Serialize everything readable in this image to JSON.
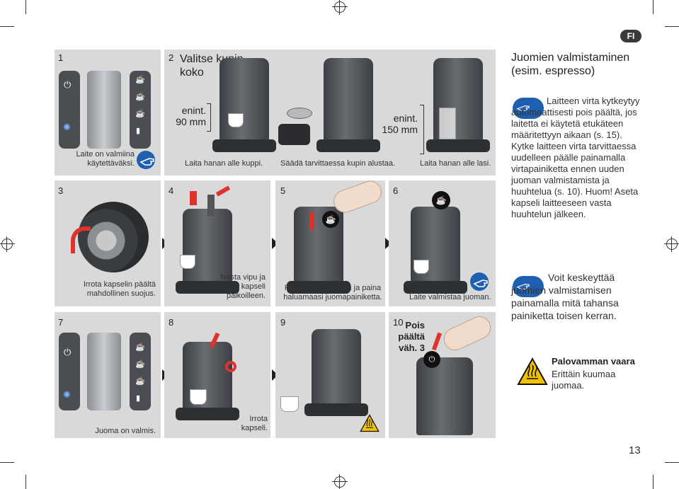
{
  "lang_badge": "FI",
  "page_number": "13",
  "heading": {
    "line1": "Juomien valmistaminen",
    "line2": "(esim. espresso)"
  },
  "info1": "Laitteen virta kytkeytyy automaattisesti pois päältä, jos laitetta ei käytetä etukäteen määritettyyn aikaan (s. 15). Kytke laitteen virta tarvittaessa uudelleen päälle painamalla virtapainiketta ennen uuden juoman valmistamista ja huuhtelua (s. 10). Huom! Aseta kapseli laitteeseen vasta huuhtelun jälkeen.",
  "info2": "Voit keskeyttää juomien valmistamisen painamalla mitä tahansa painiketta toisen kerran.",
  "warning": {
    "title": "Palovamman vaara",
    "text": "Erittäin kuumaa juomaa."
  },
  "steps": {
    "s1": {
      "num": "1",
      "caption": "Laite on valmiina käytettäväksi."
    },
    "s2": {
      "num": "2",
      "title": "Valitse kupin koko",
      "size_label": "enint. 90 mm",
      "caption": "Laita hanan alle kuppi."
    },
    "s2b": {
      "caption": "Säädä tarvittaessa kupin alustaa.",
      "size_label": "enint. 150 mm"
    },
    "s2c": {
      "caption": "Laita hanan alle lasi."
    },
    "s3": {
      "num": "3",
      "caption": "Irrota kapselin päältä mahdollinen suojus."
    },
    "s4": {
      "num": "4",
      "caption": "Nosta vipu ja aseta kapseli paikoilleen."
    },
    "s5": {
      "num": "5",
      "caption": "Paina vipu alas asti ja paina haluamaasi juomapainiketta."
    },
    "s6": {
      "num": "6",
      "caption": "Laite valmistaa juoman."
    },
    "s7": {
      "num": "7",
      "caption": "Juoma on valmis."
    },
    "s8": {
      "num": "8",
      "caption": "Irrota kapseli."
    },
    "s9": {
      "num": "9"
    },
    "s10": {
      "num": "10",
      "label": "Pois päältä väh. 3 s"
    }
  },
  "icons": [
    "hand-pointer-icon",
    "power-icon",
    "rinse-icon",
    "espresso-cup-icon",
    "coffee-cup-icon",
    "mug-icon",
    "glass-icon",
    "hot-surface-warning-icon"
  ]
}
